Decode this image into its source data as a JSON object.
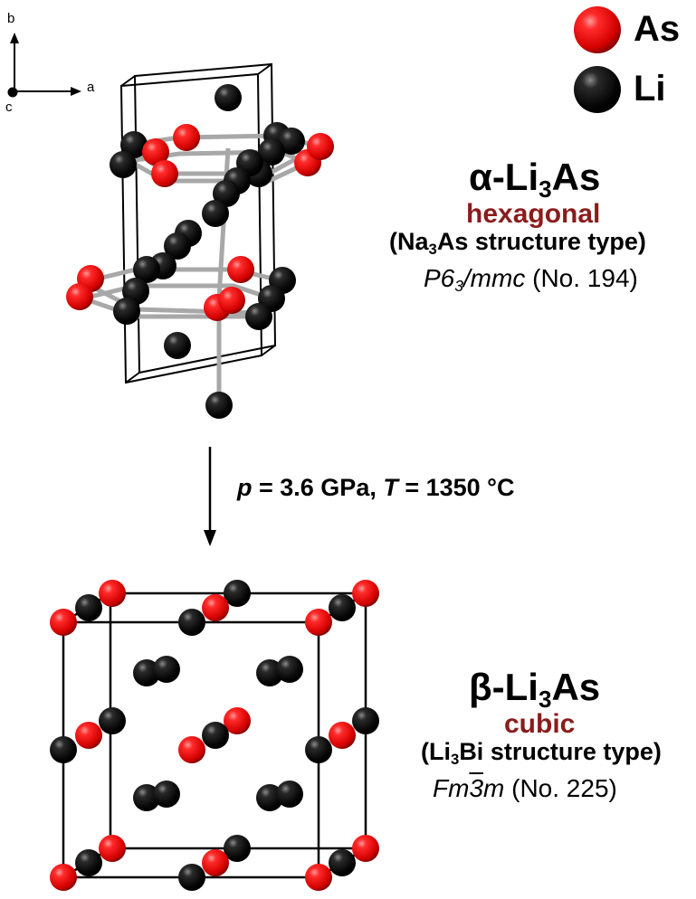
{
  "legend": {
    "as_label": "As",
    "li_label": "Li",
    "as_color": "#e80000",
    "li_color": "#0a0a0a"
  },
  "axes": {
    "b": "b",
    "a": "a",
    "c": "c"
  },
  "alpha": {
    "title_prefix": "α-Li",
    "title_sub": "3",
    "title_suffix": "As",
    "system": "hexagonal",
    "structure_prefix": "(Na",
    "structure_sub": "3",
    "structure_suffix": "As structure type)",
    "space_group_symbol": "P6",
    "space_group_sub": "3",
    "space_group_rest": "/mmc",
    "space_group_number": " (No. 194)"
  },
  "transition": {
    "p_symbol": "p",
    "p_text": " = 3.6 GPa, ",
    "t_symbol": "T",
    "t_text": " = 1350 °C"
  },
  "beta": {
    "title_prefix": "β-Li",
    "title_sub": "3",
    "title_suffix": "As",
    "system": "cubic",
    "structure_prefix": "(Li",
    "structure_sub": "3",
    "structure_suffix": "Bi structure type)",
    "space_group_italic_a": "Fm",
    "space_group_bar": "3",
    "space_group_italic_b": "m",
    "space_group_number": " (No. 225)"
  },
  "colors": {
    "subtitle": "#8b1c1c",
    "bond": "#a0a0a0",
    "cell_line": "#000000"
  }
}
